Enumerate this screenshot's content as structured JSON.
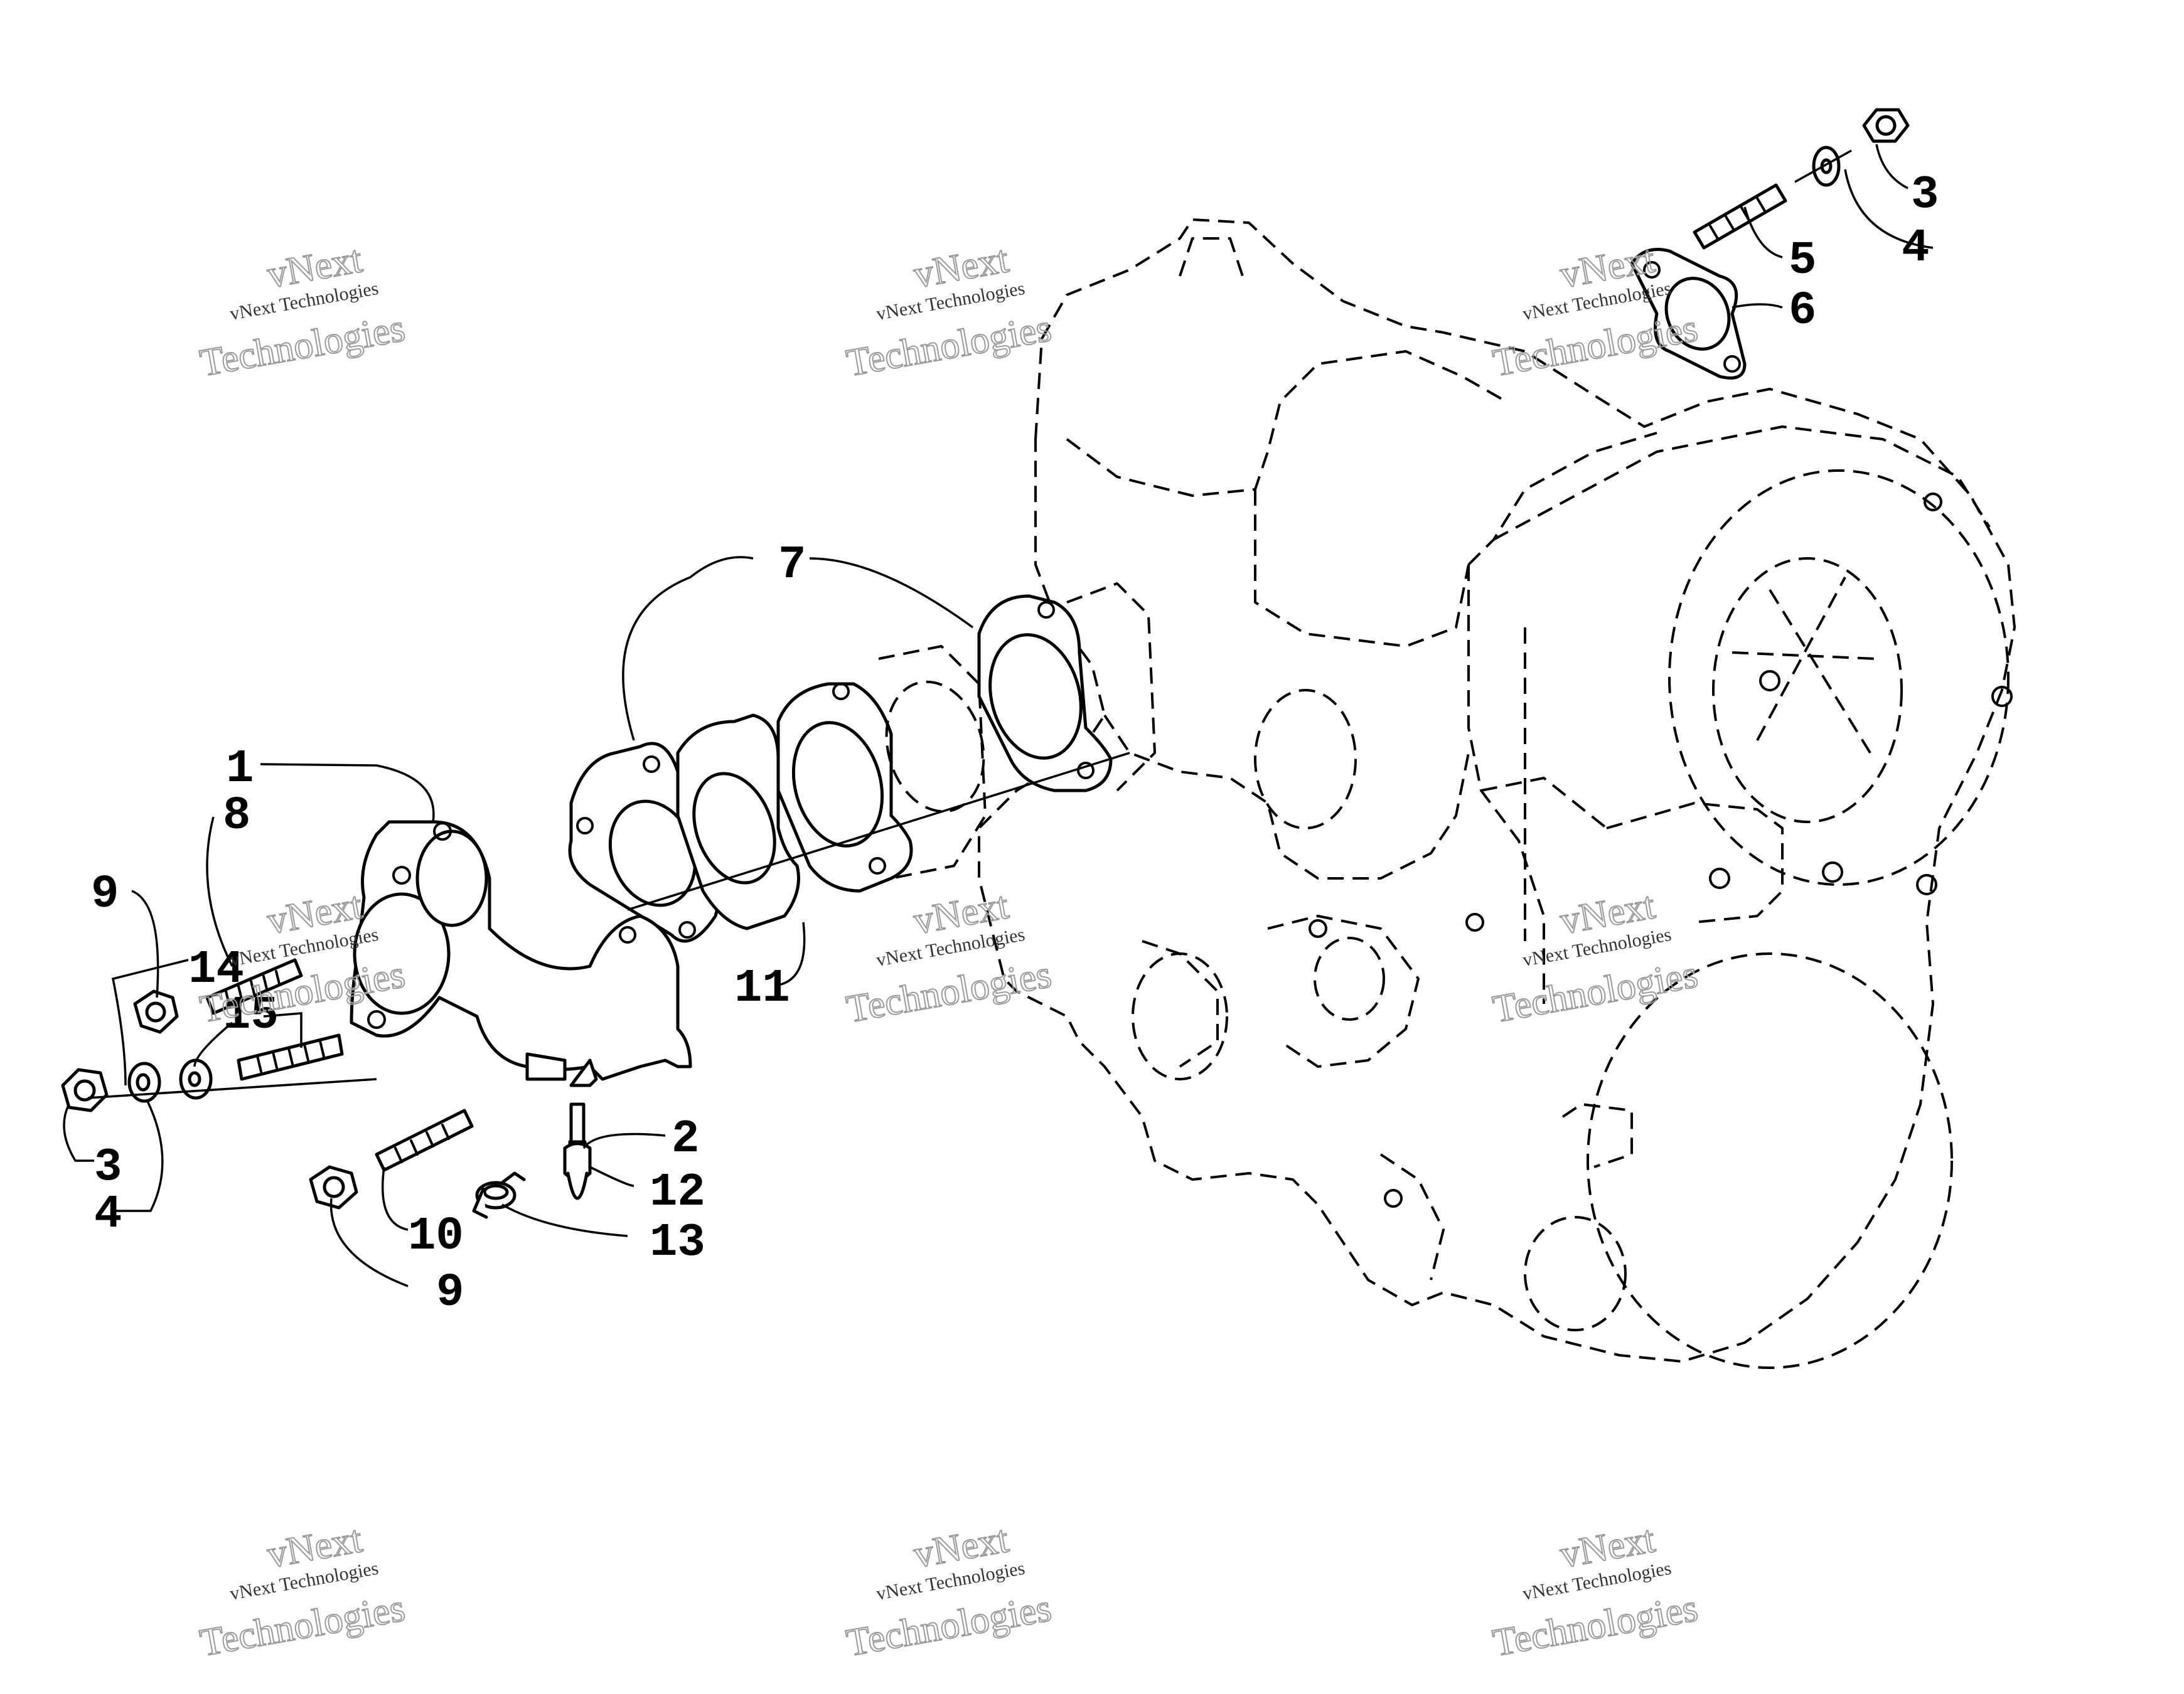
{
  "callouts": {
    "c1": "1",
    "c2": "2",
    "c3a": "3",
    "c3b": "3",
    "c4a": "4",
    "c4b": "4",
    "c5": "5",
    "c6": "6",
    "c7": "7",
    "c8": "8",
    "c9a": "9",
    "c9b": "9",
    "c10": "10",
    "c11": "11",
    "c12": "12",
    "c13": "13",
    "c14": "14",
    "c15": "15"
  },
  "watermark": {
    "line_small": "vNext Technologies",
    "line_big_1": "vNext",
    "line_big_2": "Technologies"
  }
}
